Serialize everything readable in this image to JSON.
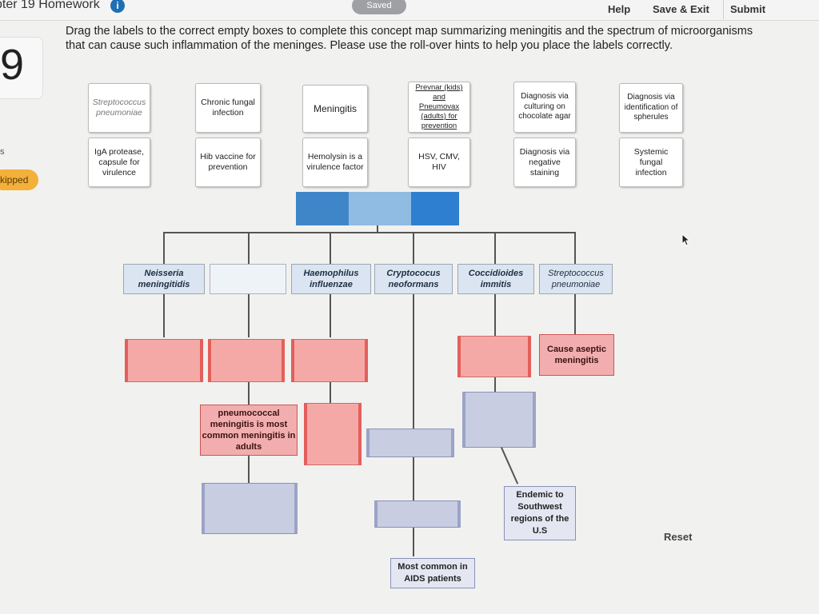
{
  "topbar": {
    "title": "pter 19 Homework",
    "info_badge": "i",
    "saved": "Saved",
    "help": "Help",
    "save_exit": "Save & Exit",
    "submit": "Submit"
  },
  "question": {
    "number": "9",
    "side_letter": "s",
    "skipped": "kipped"
  },
  "instructions": "Drag the labels to the correct empty boxes to complete this concept map summarizing meningitis and the spectrum of microorganisms that can cause such inflammation of the meninges. Please use the roll-over hints to help you place the labels correctly.",
  "label_bank": {
    "row1": [
      "Streptococcus pneumoniae",
      "Chronic fungal infection",
      "Meningitis",
      "Prevnar (kids) and Pneumovax (adults) for prevention",
      "Diagnosis via culturing on chocolate agar",
      "Diagnosis via identification of spherules"
    ],
    "row2": [
      "IgA protease, capsule for virulence",
      "Hib vaccine for prevention",
      "Hemolysin is a virulence factor",
      "HSV, CMV, HIV",
      "Diagnosis via negative staining",
      "Systemic fungal infection"
    ]
  },
  "organisms": [
    "Neisseria meningitidis",
    "",
    "Haemophilus influenzae",
    "Cryptococus neoformans",
    "Coccidioides immitis",
    "Streptococcus pneumoniae"
  ],
  "filled": {
    "aseptic": "Cause aseptic meningitis",
    "pneumococcal": "pneumococcal meningitis is most common meningitis in adults",
    "endemic": "Endemic to Southwest regions of the U.S",
    "aids": "Most common in AIDS patients"
  },
  "colors": {
    "header_left": "#3f86c9",
    "header_mid": "#6aa6db",
    "header_right": "#2f7fd0",
    "drop_red": "#f4a9a7",
    "drop_blue": "#c8cde2",
    "skipped": "#f3b03b"
  },
  "reset": "Reset"
}
